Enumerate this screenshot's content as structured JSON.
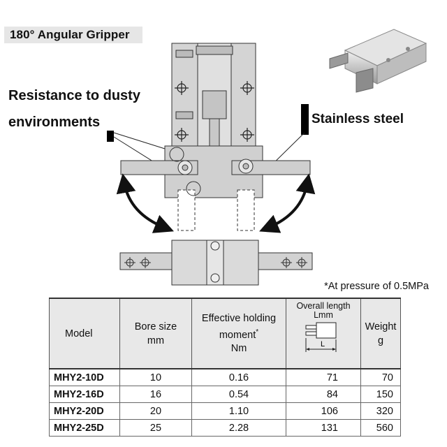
{
  "title": "180° Angular Gripper",
  "callouts": {
    "dust_line1": "Resistance to dusty",
    "dust_line2": "environments",
    "steel": "Stainless steel"
  },
  "note": "*At pressure of 0.5MPa",
  "table": {
    "headers": {
      "model": "Model",
      "bore_1": "Bore size",
      "bore_2": "mm",
      "moment_1": "Effective holding",
      "moment_2": "moment",
      "moment_star": "*",
      "moment_3": "Nm",
      "length_1": "Overall length",
      "length_2": "Lmm",
      "length_dim": "L",
      "weight_1": "Weight",
      "weight_2": "g"
    },
    "rows": [
      {
        "model": "MHY2-10D",
        "bore": "10",
        "moment": "0.16",
        "length": "71",
        "weight": "70"
      },
      {
        "model": "MHY2-16D",
        "bore": "16",
        "moment": "0.54",
        "length": "84",
        "weight": "150"
      },
      {
        "model": "MHY2-20D",
        "bore": "20",
        "moment": "1.10",
        "length": "106",
        "weight": "320"
      },
      {
        "model": "MHY2-25D",
        "bore": "25",
        "moment": "2.28",
        "length": "131",
        "weight": "560"
      }
    ]
  }
}
